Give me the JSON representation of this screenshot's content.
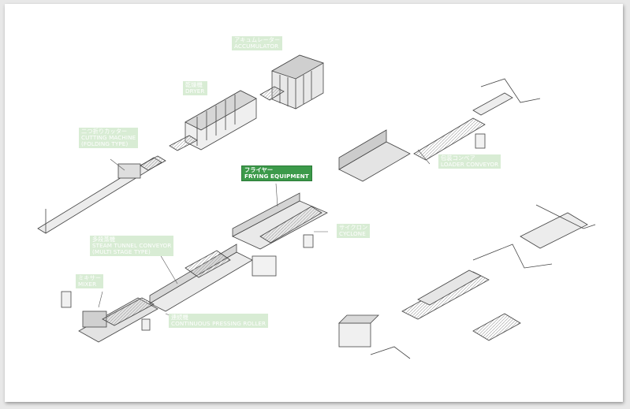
{
  "labels": {
    "accumulator": {
      "jp": "アキュムレーター",
      "en": "ACCUMULATOR"
    },
    "dryer": {
      "jp": "乾燥機",
      "en": "DRYER"
    },
    "cutting": {
      "jp": "二つ折りカッター",
      "en": "CUTTING MACHINE",
      "sub": "(FOLDING TYPE)"
    },
    "frying": {
      "jp": "フライヤー",
      "en": "FRYING EQUIPMENT"
    },
    "loader": {
      "jp": "包装コンベア",
      "en": "LOADER CONVEYOR"
    },
    "cyclone": {
      "jp": "サイクロン",
      "en": "CYCLONE"
    },
    "steam": {
      "jp": "多段蒸機",
      "en": "STEAM TUNNEL CONVEYOR",
      "sub": "(MULTI STAGE TYPE)"
    },
    "mixer": {
      "jp": "ミキサー",
      "en": "MIXER"
    },
    "pressing": {
      "jp": "連続機",
      "en": "CONTINUOUS PRESSING ROLLER"
    }
  },
  "colors": {
    "tag_bg": "#d8ecd4",
    "tag_active_bg": "#3c9a4a",
    "line": "#555555"
  }
}
